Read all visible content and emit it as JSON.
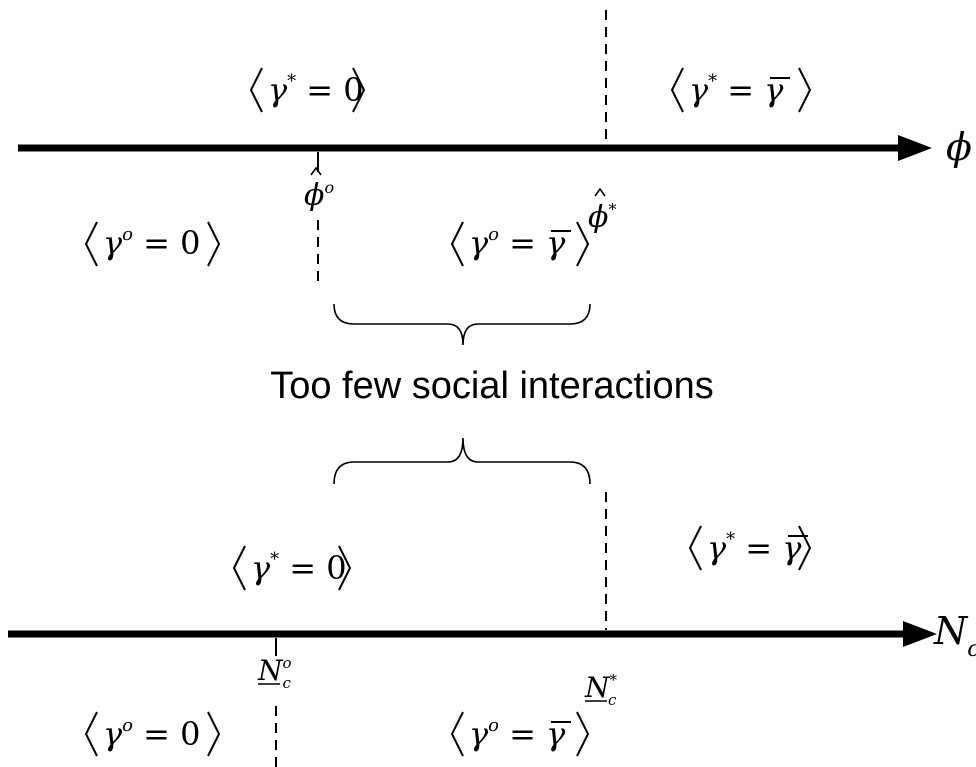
{
  "top_axis": {
    "label": "ϕ",
    "above_left": {
      "sym": "γ",
      "sup": "*",
      "rel": " = 0"
    },
    "above_right": {
      "sym": "γ",
      "sup": "*",
      "rel": " = ",
      "rhs": "γ"
    },
    "below_left": {
      "sym": "γ",
      "sup": "o",
      "rel": " = 0"
    },
    "below_mid": {
      "sym": "γ",
      "sup": "o",
      "rel": " = ",
      "rhs": "γ"
    },
    "marker_left": {
      "base": "ϕ",
      "sup": "o"
    },
    "marker_right": {
      "base": "ϕ",
      "sup": "*"
    }
  },
  "caption": "Too few social interactions",
  "bottom_axis": {
    "label_base": "N",
    "label_sub": "c",
    "above_left": {
      "sym": "γ",
      "sup": "*",
      "rel": " = 0"
    },
    "above_right": {
      "sym": "γ",
      "sup": "*",
      "rel": " = ",
      "rhs": "γ"
    },
    "below_left": {
      "sym": "γ",
      "sup": "o",
      "rel": " = 0"
    },
    "below_mid": {
      "sym": "γ",
      "sup": "o",
      "rel": " = ",
      "rhs": "γ"
    },
    "marker_left": {
      "base": "N",
      "sub": "c",
      "sup": "o"
    },
    "marker_right": {
      "base": "N",
      "sub": "c",
      "sup": "*"
    }
  }
}
